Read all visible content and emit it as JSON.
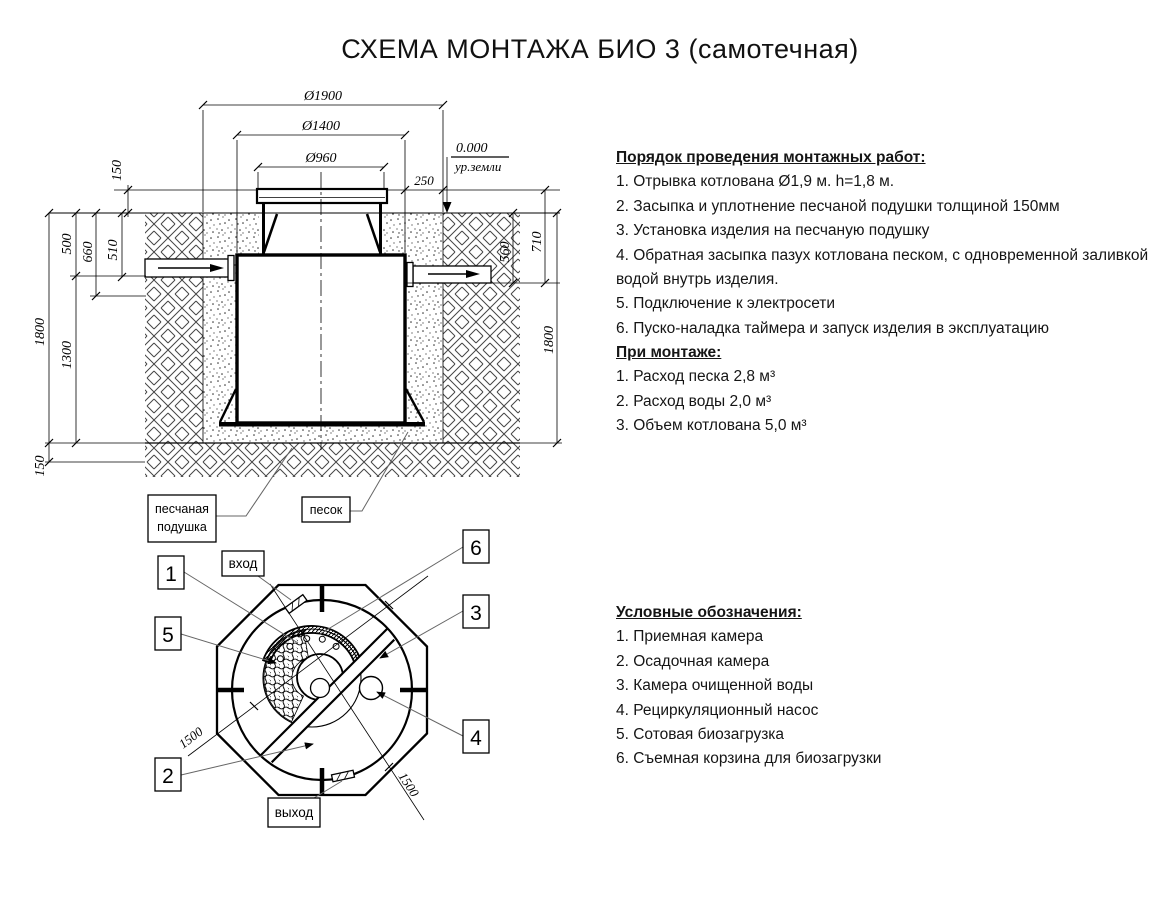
{
  "title": "СХЕМА МОНТАЖА БИО 3 (самотечная)",
  "cross_section": {
    "dia_outer": "Ø1900",
    "dia_mid": "Ø1400",
    "dia_neck": "Ø960",
    "gap_250": "250",
    "elevation_value": "0.000",
    "elevation_label": "ур.земли",
    "depth_total_left": "1800",
    "dim_500": "500",
    "dim_660": "660",
    "dim_510": "510",
    "dim_1300": "1300",
    "dim_150_top": "150",
    "dim_150_bottom": "150",
    "dim_560": "560",
    "dim_710": "710",
    "depth_total_right": "1800",
    "sand_cushion_line1": "песчаная",
    "sand_cushion_line2": "подушка",
    "sand_label": "песок"
  },
  "plan": {
    "callout_1": "1",
    "callout_2": "2",
    "callout_3": "3",
    "callout_4": "4",
    "callout_5": "5",
    "callout_6": "6",
    "inlet_label": "вход",
    "outlet_label": "выход",
    "dim_width_1": "1500",
    "dim_width_2": "1500"
  },
  "sections": {
    "procedure": {
      "heading": "Порядок проведения монтажных работ:",
      "items": [
        "1. Отрывка котлована Ø1,9 м. h=1,8 м.",
        "2. Засыпка и уплотнение песчаной подушки толщиной 150мм",
        "3. Установка изделия на песчаную подушку",
        "4. Обратная засыпка пазух котлована песком, с одновременной заливкой водой внутрь изделия.",
        "5. Подключение к электросети",
        "6. Пуско-наладка таймера и запуск изделия в эксплуатацию"
      ]
    },
    "installation": {
      "heading": "При монтаже:",
      "items": [
        "1. Расход песка 2,8 м³",
        "2. Расход воды 2,0 м³",
        "3. Объем котлована 5,0 м³"
      ]
    },
    "legend": {
      "heading": "Условные обозначения:",
      "items": [
        "1. Приемная камера",
        "2. Осадочная камера",
        "3. Камера очищенной воды",
        "4. Рециркуляционный насос",
        "5. Сотовая биозагрузка",
        "6. Съемная корзина для биозагрузки"
      ]
    }
  }
}
